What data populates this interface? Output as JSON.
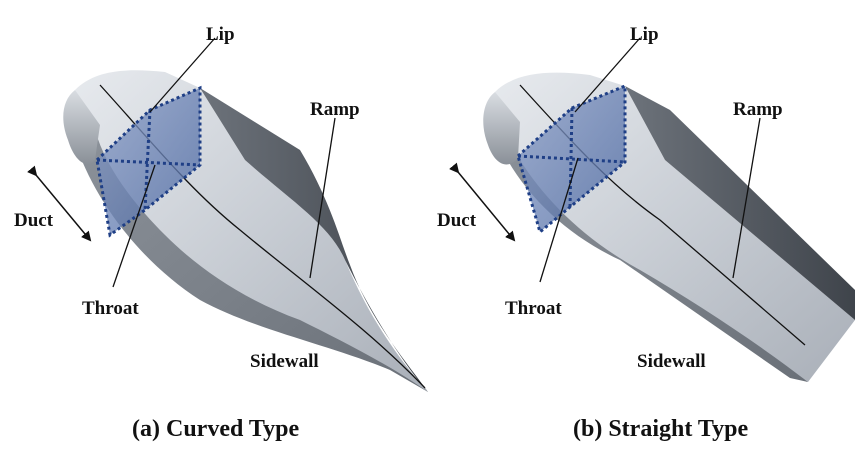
{
  "panels": [
    {
      "caption": "(a) Curved Type",
      "labels": {
        "lip": "Lip",
        "ramp": "Ramp",
        "duct": "Duct",
        "throat": "Throat",
        "sidewall": "Sidewall"
      }
    },
    {
      "caption": "(b) Straight Type",
      "labels": {
        "lip": "Lip",
        "ramp": "Ramp",
        "duct": "Duct",
        "throat": "Throat",
        "sidewall": "Sidewall"
      }
    }
  ],
  "colors": {
    "body_light": "#c9ced5",
    "body_mid": "#aeb4bc",
    "body_dark": "#5e646c",
    "throat_fill": "#6f86b5",
    "throat_edge": "#1f3f86"
  }
}
